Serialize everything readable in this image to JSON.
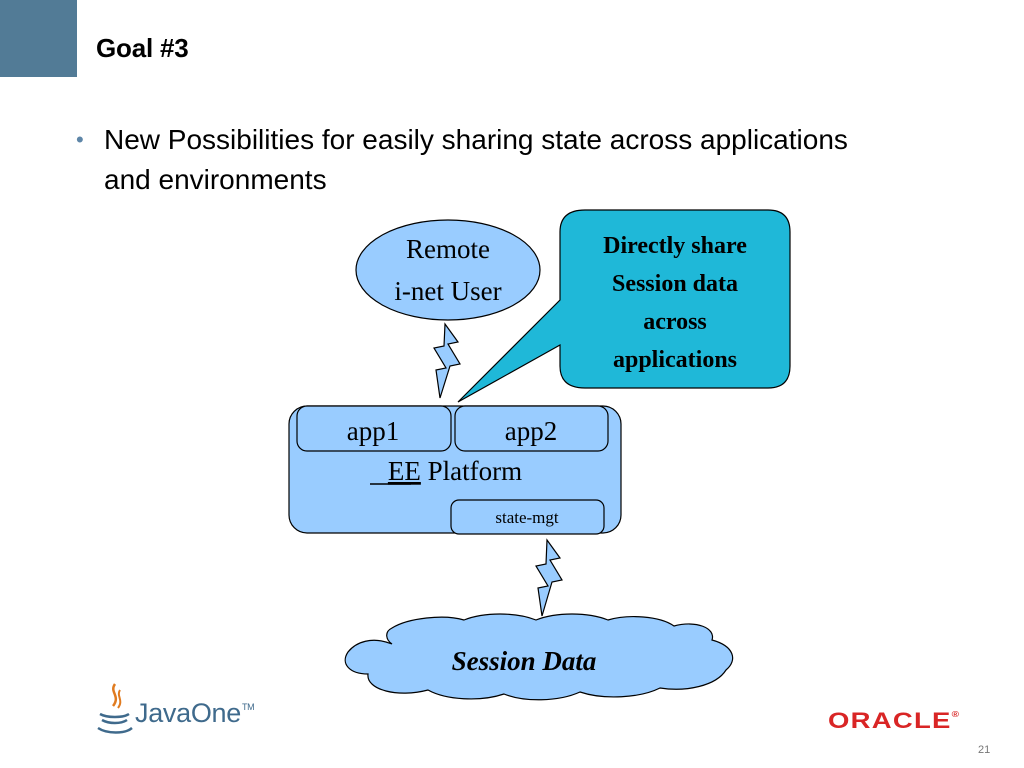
{
  "slide": {
    "title": "Goal #3",
    "bullet": "New Possibilities for easily sharing state across applications and environments",
    "page_number": "21"
  },
  "diagram": {
    "remote_user_line1": "Remote",
    "remote_user_line2": "i-net User",
    "callout_line1": "Directly share",
    "callout_line2": "Session data",
    "callout_line3": "across",
    "callout_line4": "applications",
    "app1": "app1",
    "app2": "app2",
    "platform_underlined": "EE",
    "platform_rest": " Platform",
    "state_mgmt": "state-mgt",
    "session_data": "Session Data"
  },
  "footer": {
    "javaone": "JavaOne",
    "javaone_tm": "TM",
    "oracle": "ORACLE",
    "oracle_r": "®"
  },
  "colors": {
    "corner_block": "#527b96",
    "shape_fill_light": "#99ccff",
    "callout_fill": "#1fb8d8",
    "bullet": "#5e86a8",
    "oracle_red": "#d92525",
    "javaone_blue": "#3f6a8c"
  }
}
